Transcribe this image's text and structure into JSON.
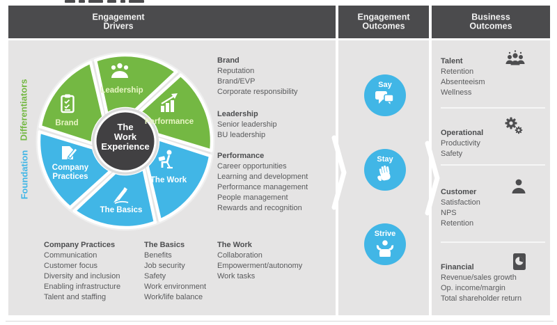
{
  "colors": {
    "green": "#74b843",
    "blue": "#41b6e6",
    "header_bg": "#4b4b4d",
    "panel_bg": "#e5e4e4",
    "hub": "#414042",
    "text": "#595a5c"
  },
  "panels": {
    "drivers": {
      "title_lines": [
        "Engagement",
        "Drivers"
      ],
      "side_labels": {
        "top": "Differentiators",
        "bottom": "Foundation"
      },
      "wheel": {
        "center_lines": [
          "The",
          "Work",
          "Experience"
        ],
        "segments": {
          "leadership": {
            "label": "Leadership"
          },
          "performance": {
            "label": "Performance"
          },
          "brand": {
            "label": "Brand"
          },
          "the_work": {
            "label": "The Work"
          },
          "the_basics": {
            "label": "The Basics"
          },
          "company_practices": {
            "label_lines": [
              "Company",
              "Practices"
            ]
          }
        }
      },
      "detail_lists": {
        "brand": {
          "heading": "Brand",
          "items": [
            "Reputation",
            "Brand/EVP",
            "Corporate responsibility"
          ]
        },
        "leadership": {
          "heading": "Leadership",
          "items": [
            "Senior leadership",
            "BU leadership"
          ]
        },
        "performance": {
          "heading": "Performance",
          "items": [
            "Career opportunities",
            "Learning and development",
            "Performance management",
            "People management",
            "Rewards and recognition"
          ]
        },
        "company_practices": {
          "heading": "Company Practices",
          "items": [
            "Communication",
            "Customer focus",
            "Diversity and inclusion",
            "Enabling infrastructure",
            "Talent and staffing"
          ]
        },
        "the_basics": {
          "heading": "The Basics",
          "items": [
            "Benefits",
            "Job security",
            "Safety",
            "Work environment",
            "Work/life balance"
          ]
        },
        "the_work": {
          "heading": "The Work",
          "items": [
            "Collaboration",
            "Empowerment/autonomy",
            "Work tasks"
          ]
        }
      }
    },
    "outcomes": {
      "title_lines": [
        "Engagement",
        "Outcomes"
      ],
      "items": [
        {
          "label": "Say",
          "icon": "speech-bubbles-icon"
        },
        {
          "label": "Stay",
          "icon": "hand-icon"
        },
        {
          "label": "Strive",
          "icon": "flexing-person-icon"
        }
      ]
    },
    "business": {
      "title_lines": [
        "Business",
        "Outcomes"
      ],
      "sections": [
        {
          "heading": "Talent",
          "icon": "people-group-icon",
          "items": [
            "Retention",
            "Absenteeism",
            "Wellness"
          ]
        },
        {
          "heading": "Operational",
          "icon": "gears-icon",
          "items": [
            "Productivity",
            "Safety"
          ]
        },
        {
          "heading": "Customer",
          "icon": "person-icon",
          "items": [
            "Satisfaction",
            "NPS",
            "Retention"
          ]
        },
        {
          "heading": "Financial",
          "icon": "report-chart-icon",
          "items": [
            "Revenue/sales growth",
            "Op. income/margin",
            "Total shareholder return"
          ]
        }
      ]
    }
  }
}
